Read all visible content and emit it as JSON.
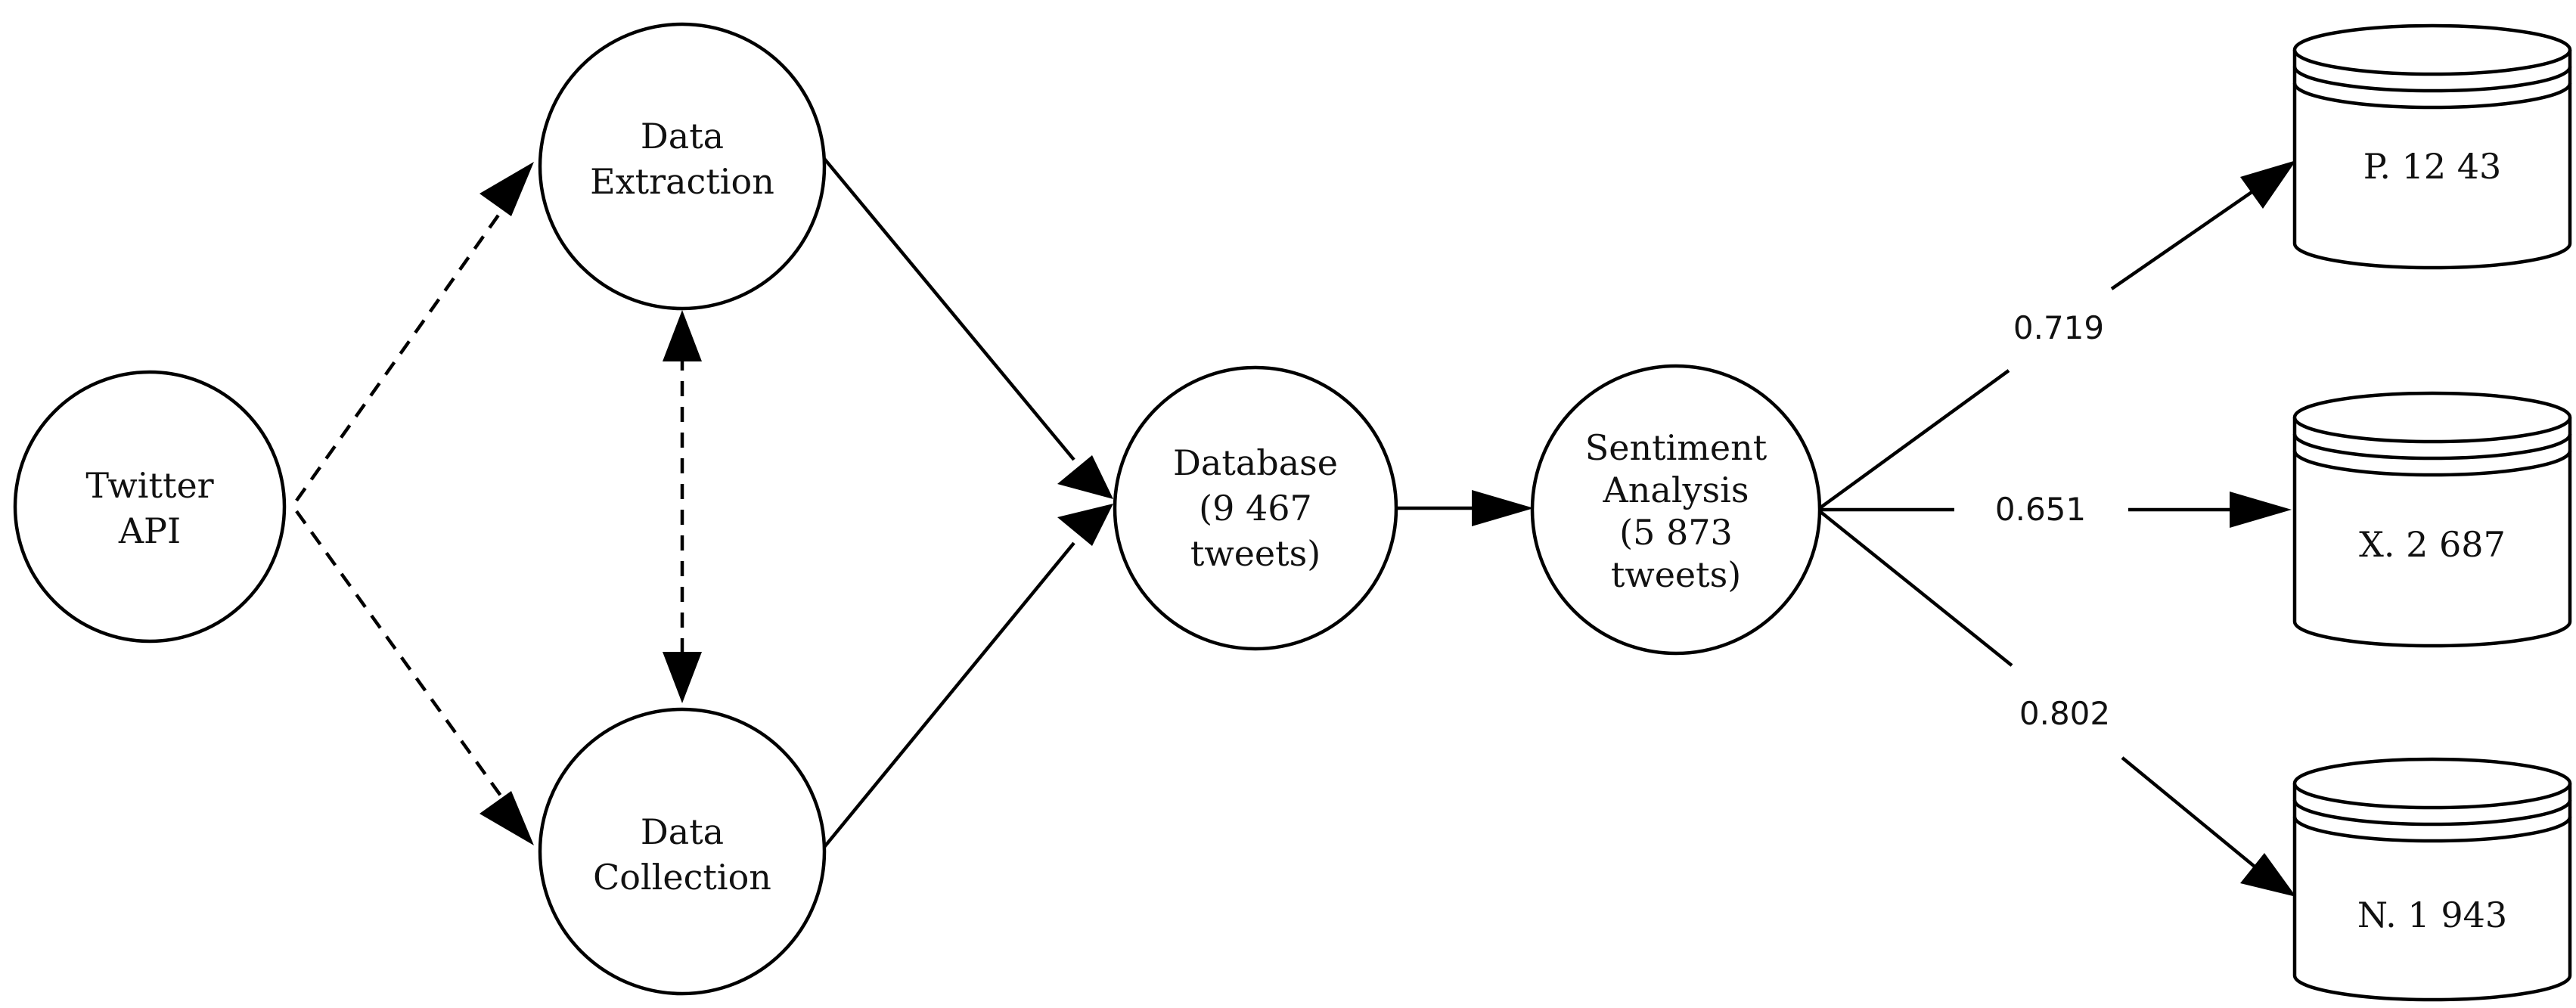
{
  "nodes": {
    "twitter_api": {
      "line1": "Twitter",
      "line2": "API"
    },
    "data_extraction": {
      "line1": "Data",
      "line2": "Extraction"
    },
    "data_collection": {
      "line1": "Data",
      "line2": "Collection"
    },
    "database": {
      "line1": "Database",
      "line2": "(9 467",
      "line3": "tweets)"
    },
    "sentiment_analysis": {
      "line1": "Sentiment",
      "line2": "Analysis",
      "line3": "(5 873",
      "line4": "tweets)"
    },
    "store_p": {
      "label": "P. 12 43"
    },
    "store_x": {
      "label": "X. 2 687"
    },
    "store_n": {
      "label": "N. 1 943"
    }
  },
  "edges": {
    "to_p": {
      "label": "0.719"
    },
    "to_x": {
      "label": "0.651"
    },
    "to_n": {
      "label": "0.802"
    }
  }
}
